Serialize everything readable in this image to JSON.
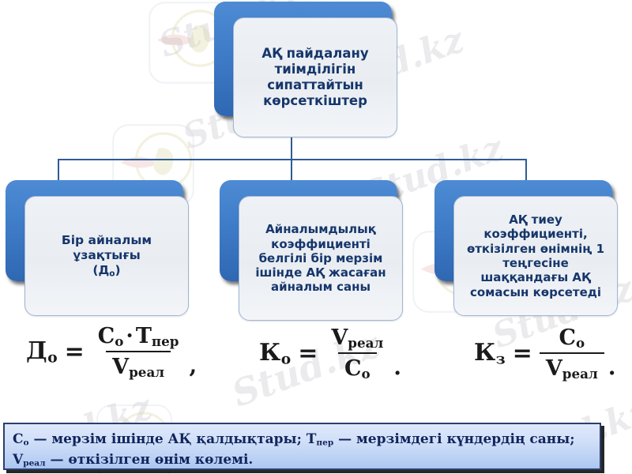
{
  "slide": {
    "title_node": {
      "label": "АҚ пайдалану тиімділігін сипаттайтын көрсеткіштер"
    },
    "nodes": [
      {
        "id": "duration",
        "label": "Бір айналым ұзақтығы",
        "label_second_line": "(Д",
        "label_sub": "о",
        "label_close": ")"
      },
      {
        "id": "turnover",
        "label": "Айналымдылық коэффициенті белгілі бір мерзім ішінде АҚ жасаған айналым саны"
      },
      {
        "id": "load",
        "label": "АҚ тиеу коэффициенті, өткізілген өнімнің 1 теңгесіне шаққандағы АҚ сомасын көрсетеді"
      }
    ],
    "formulas": [
      {
        "id": "duration",
        "lhs": "Д",
        "lhs_sub": "о",
        "eq": "=",
        "numerator": "С",
        "numerator_sub": "о",
        "numerator_op": "·",
        "numerator_2": "Т",
        "numerator_2_sub": "пер",
        "denominator": "V",
        "denominator_sub": "реал",
        "tail": ","
      },
      {
        "id": "turnover",
        "lhs": "К",
        "lhs_sub": "о",
        "eq": "=",
        "numerator": "V",
        "numerator_sub": "реал",
        "denominator": "С",
        "denominator_sub": "о",
        "tail": "."
      },
      {
        "id": "load",
        "lhs": "К",
        "lhs_sub": "з",
        "eq": "=",
        "numerator": "С",
        "numerator_sub": "о",
        "denominator": "V",
        "denominator_sub": "реал",
        "tail": "."
      }
    ],
    "legend": {
      "line1_a": "С",
      "line1_a_sub": "о",
      "line1_b": " — мерзім ішінде АҚ қалдықтары; ",
      "line1_c": "Т",
      "line1_c_sub": "пер",
      "line1_d": " — мерзімдегі күндердің саны;",
      "line2_a": "V",
      "line2_a_sub": "реал",
      "line2_b": " — өткізілген өнім көлемі."
    },
    "watermarks": [
      "Stud.kz",
      "Stud.kz",
      "Stud.kz",
      "Stud.kz",
      "Stud.kz",
      "Stud.kz",
      "Stud.kz",
      "Stud.kz",
      "Stud.kz"
    ],
    "colors": {
      "node_blue": "#3f7cc8",
      "node_face": "#eef1f5",
      "node_text": "#16366b",
      "connector": "#2e5c94",
      "legend_border": "#2a3f6e",
      "legend_text": "#11245c"
    }
  }
}
